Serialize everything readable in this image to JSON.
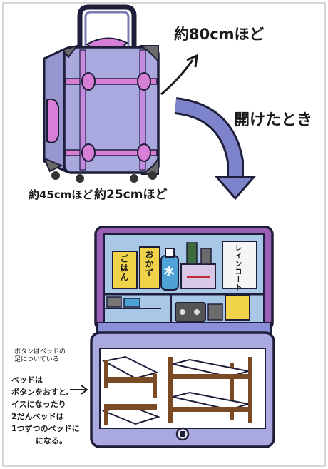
{
  "annotations": {
    "height_label": "約80cmほど",
    "opened_label": "開けたとき",
    "width_label": "約45cmほど",
    "depth_label": "約25cmほど"
  },
  "shelf_labels": {
    "rice": "ごはん",
    "side_dish": "おかず",
    "water": "水",
    "raincoat": "レインコート"
  },
  "notes": {
    "button_note": [
      "ボタンはベッドの",
      "足についている"
    ],
    "bed_note": [
      "ベッドは",
      "ボタンをおすと、",
      "イスになったり",
      "2だんベッドは",
      "1つずつのベッドに",
      "になる。"
    ]
  },
  "colors": {
    "case_body": "#a9a8df",
    "case_outline": "#1e1e3a",
    "accent_pink": "#d77fd6",
    "arrow_blue": "#7e84cc",
    "bed_brown": "#7a4a24",
    "food_yellow": "#f1d34a"
  }
}
